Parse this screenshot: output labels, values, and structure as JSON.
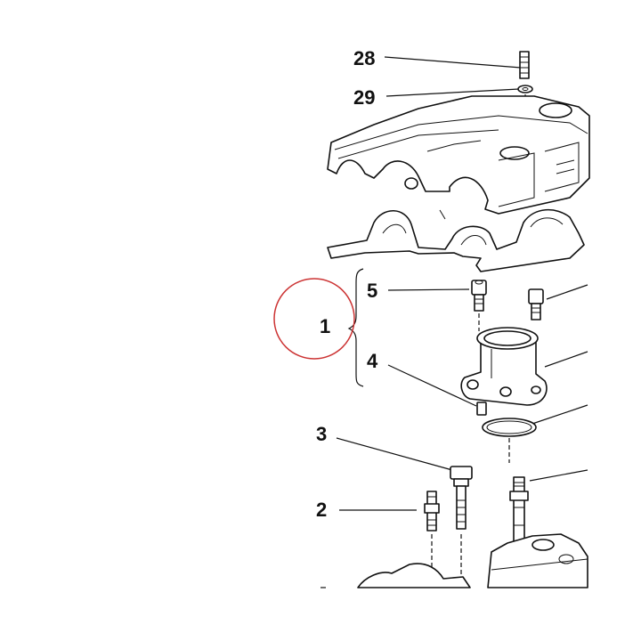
{
  "callouts": {
    "c28": "28",
    "c29": "29",
    "c5": "5",
    "c1": "1",
    "c4": "4",
    "c3": "3",
    "c2": "2"
  },
  "highlight": {
    "target_callout": "1",
    "color": "#cc3333"
  }
}
